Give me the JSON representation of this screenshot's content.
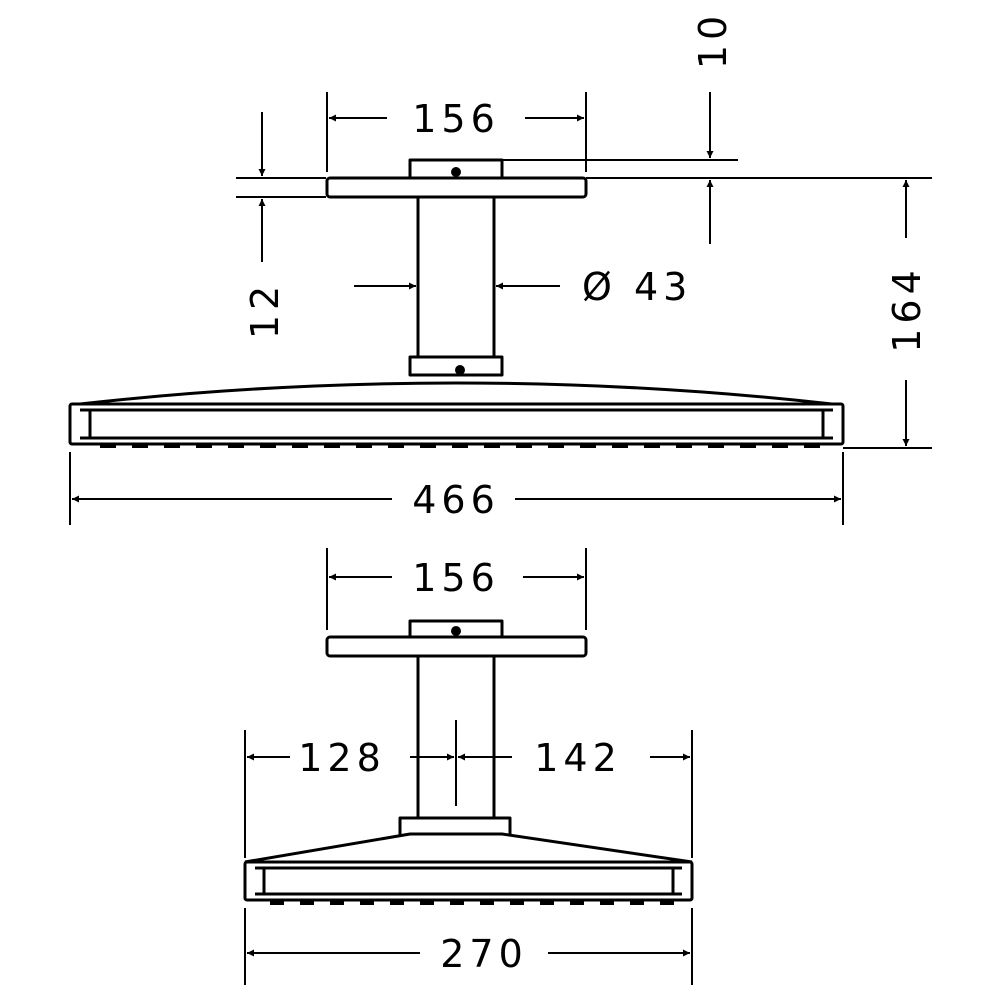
{
  "colors": {
    "line": "#000000",
    "background": "#ffffff"
  },
  "front_view": {
    "plate_width": "156",
    "plate_thickness": "12",
    "connector_height": "10",
    "arm_diameter": "Ø 43",
    "total_height": "164",
    "head_width": "466"
  },
  "side_view": {
    "plate_width": "156",
    "head_front_depth": "128",
    "head_back_depth": "142",
    "head_total_depth": "270"
  }
}
